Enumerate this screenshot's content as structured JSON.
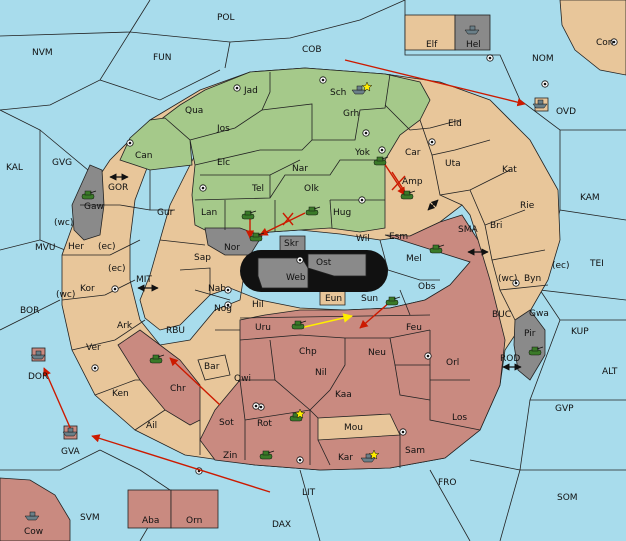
{
  "map": {
    "colors": {
      "sea": "#a8dcec",
      "neutral": "#e8c69a",
      "green_power": "#a5c98a",
      "red_power": "#c98a80",
      "impassable": "#8a8a8a",
      "arrow_order": "#cc1a00",
      "arrow_selected": "#ffee00",
      "unit": "#3a7a28"
    },
    "sea_labels": [
      "POL",
      "NVM",
      "FUN",
      "COB",
      "NOM",
      "KAL",
      "GVG",
      "GOR",
      "MVU",
      "MIT",
      "BOR",
      "RBU",
      "KAM",
      "SMA",
      "TEI",
      "BUC",
      "KUP",
      "ROD",
      "ALT",
      "GVP",
      "FRO",
      "SOM",
      "LIT",
      "SVM",
      "DAX"
    ],
    "land_labels": [
      "Elf",
      "Hel",
      "Con",
      "OVD",
      "Jad",
      "Sch",
      "Qua",
      "Grh",
      "Jos",
      "Eld",
      "Can",
      "Yok",
      "Car",
      "Elc",
      "Nar",
      "Uta",
      "Kat",
      "Tel",
      "Olk",
      "Amp",
      "Gaw",
      "Gur",
      "Lan",
      "Hug",
      "Rie",
      "Bri",
      "Wil",
      "Esm",
      "Nor",
      "Skr",
      "Ost",
      "Sap",
      "Web",
      "Mel",
      "Her",
      "Kor",
      "Nab",
      "Eun",
      "Obs",
      "Byn",
      "Sun",
      "Hil",
      "Nog",
      "Ark",
      "Gwa",
      "Uru",
      "Feu",
      "Pir",
      "Ver",
      "Chp",
      "Neu",
      "Bar",
      "Orl",
      "Qwi",
      "Nil",
      "Chr",
      "Kaa",
      "Ken",
      "Los",
      "Sot",
      "Rot",
      "Ail",
      "Mou",
      "Zin",
      "Kar",
      "Sam",
      "DOR",
      "GVA",
      "Aba",
      "Orn",
      "Cow"
    ],
    "coast_markers": [
      "(wc)",
      "(ec)",
      "(ec)",
      "(wc)",
      "(wc)",
      "(ec)"
    ]
  }
}
